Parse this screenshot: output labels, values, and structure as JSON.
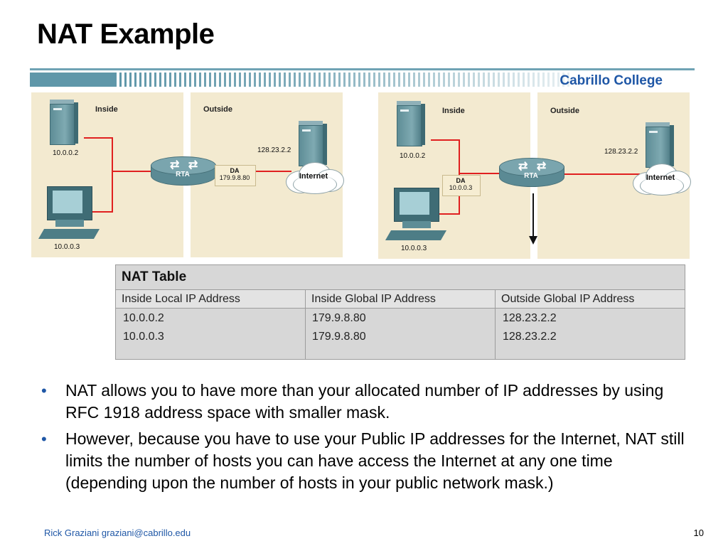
{
  "slide": {
    "title": "NAT Example",
    "college": "Cabrillo College",
    "footer_author": "Rick Graziani  graziani@cabrillo.edu",
    "page_number": "10"
  },
  "diagram_left": {
    "inside_label": "Inside",
    "outside_label": "Outside",
    "server_ip": "10.0.0.2",
    "pc_ip": "10.0.0.3",
    "remote_ip": "128.23.2.2",
    "router_label": "RTA",
    "da_label": "DA",
    "da_value": "179.9.8.80",
    "cloud_label": "Internet"
  },
  "diagram_right": {
    "inside_label": "Inside",
    "outside_label": "Outside",
    "server_ip": "10.0.0.2",
    "pc_ip": "10.0.0.3",
    "remote_ip": "128.23.2.2",
    "router_label": "RTA",
    "da_label": "DA",
    "da_value": "10.0.0.3",
    "cloud_label": "Internet"
  },
  "nat_table": {
    "title": "NAT Table",
    "headers": [
      "Inside Local IP Address",
      "Inside Global IP Address",
      "Outside Global IP Address"
    ],
    "rows": [
      [
        "10.0.0.2",
        "179.9.8.80",
        "128.23.2.2"
      ],
      [
        "10.0.0.3",
        "179.9.8.80",
        "128.23.2.2"
      ]
    ]
  },
  "bullets": [
    "NAT allows you to have more than your allocated number of IP addresses by using RFC 1918 address space with smaller mask.",
    "However, because you have to use your Public IP addresses for the Internet, NAT still limits the number of hosts you can have access the Internet at any one time (depending upon the number of hosts in your public network mask.)"
  ],
  "colors": {
    "accent_blue": "#1f57a6",
    "panel_bg": "#f3ead0",
    "wire_red": "#e02020",
    "banner_teal": "#5f97a9"
  }
}
